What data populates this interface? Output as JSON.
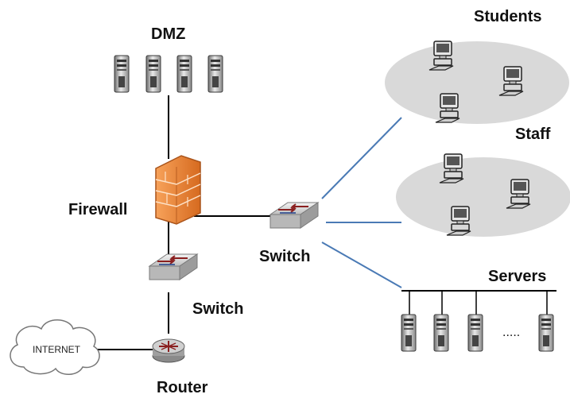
{
  "labels": {
    "dmz": "DMZ",
    "students": "Students",
    "staff": "Staff",
    "firewall": "Firewall",
    "switch_main": "Switch",
    "switch_lower": "Switch",
    "servers": "Servers",
    "internet": "INTERNET",
    "router": "Router",
    "ellipsis": "....."
  },
  "colors": {
    "link_black": "#000000",
    "link_blue": "#4a7ab5",
    "group_fill": "#d9d9d9",
    "firewall": "#f08a3c",
    "device_gray": "#c8c8c8"
  },
  "icons": {
    "dmz_servers": "server-tower-icon",
    "firewall": "brick-firewall-icon",
    "switch": "network-switch-icon",
    "router": "router-icon",
    "cloud": "cloud-icon",
    "pc": "desktop-computer-icon"
  }
}
